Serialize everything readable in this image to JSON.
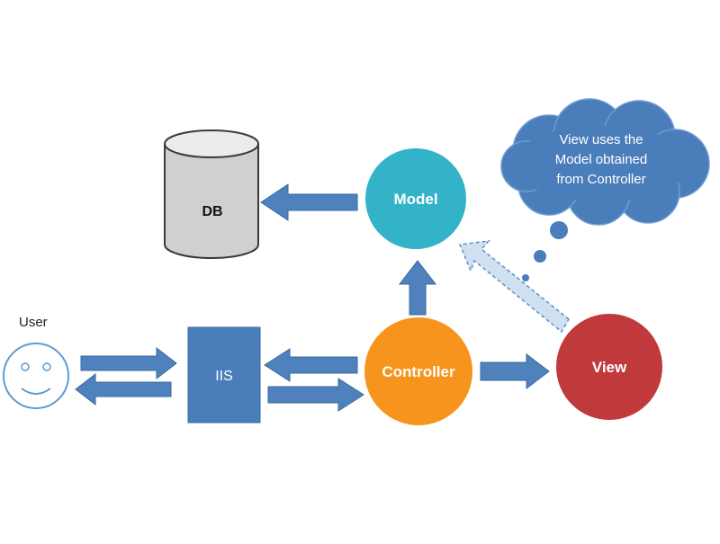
{
  "diagram": {
    "nodes": {
      "db": {
        "label": "DB"
      },
      "model": {
        "label": "Model"
      },
      "user": {
        "label": "User"
      },
      "iis": {
        "label": "IIS"
      },
      "controller": {
        "label": "Controller"
      },
      "view": {
        "label": "View"
      }
    },
    "thought_bubble": {
      "lines": [
        "View uses the",
        "Model obtained",
        "from Controller"
      ]
    },
    "edges": [
      {
        "from": "user",
        "to": "iis"
      },
      {
        "from": "iis",
        "to": "user"
      },
      {
        "from": "controller",
        "to": "iis"
      },
      {
        "from": "iis",
        "to": "controller"
      },
      {
        "from": "controller",
        "to": "model"
      },
      {
        "from": "model",
        "to": "db"
      },
      {
        "from": "controller",
        "to": "view"
      },
      {
        "from": "view",
        "to": "model",
        "style": "dashed"
      }
    ],
    "colors": {
      "arrow": "#4f81bd",
      "arrow_stroke": "#3a6a9e",
      "model": "#32b3c7",
      "controller": "#f7941d",
      "view": "#c0393b",
      "iis": "#4a7ebb",
      "cloud": "#4a7ebb",
      "db_fill": "#d0d0d0",
      "db_top": "#ececec",
      "user_face": "#5b9bd5",
      "dashed_arrow_fill": "#cfe0f1"
    }
  }
}
